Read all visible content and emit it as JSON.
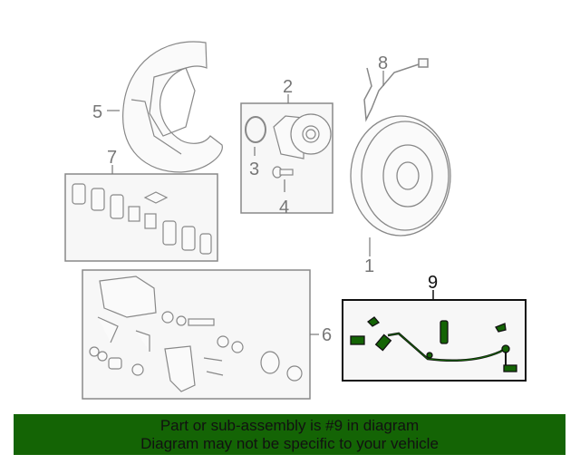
{
  "diagram": {
    "callouts": {
      "rotor": "1",
      "hub_assembly": "2",
      "o_ring": "3",
      "hub_bolt": "4",
      "splash_shield": "5",
      "caliper_assembly": "6",
      "pad_set": "7",
      "sensor_bracket": "8",
      "abs_sensor": "9"
    },
    "highlight_color": "#146405",
    "highlighted_part": "9"
  },
  "banner": {
    "line1": "Part or sub-assembly is #9 in diagram",
    "line2": "Diagram may not be specific to your vehicle"
  }
}
